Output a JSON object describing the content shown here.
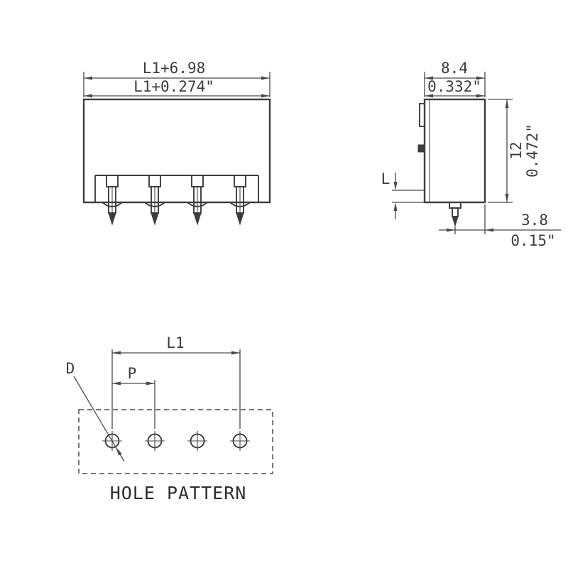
{
  "meta": {
    "ink_color": "#3d3d3d",
    "background": "#ffffff",
    "drawing_type": "connector dimension drawing"
  },
  "front_view": {
    "dim_overall_width_mm": "L1+6.98",
    "dim_overall_width_inch": "L1+0.274\""
  },
  "side_view": {
    "dim_depth_mm": "8.4",
    "dim_depth_inch": "0.332\"",
    "dim_height_mm": "12",
    "dim_height_inch": "0.472\"",
    "dim_pin_length_label": "L",
    "dim_pin_offset_mm": "3.8",
    "dim_pin_offset_inch": "0.15\""
  },
  "hole_pattern": {
    "dim_span_label": "L1",
    "dim_pitch_label": "P",
    "dim_hole_dia_label": "D",
    "caption": "HOLE PATTERN"
  }
}
